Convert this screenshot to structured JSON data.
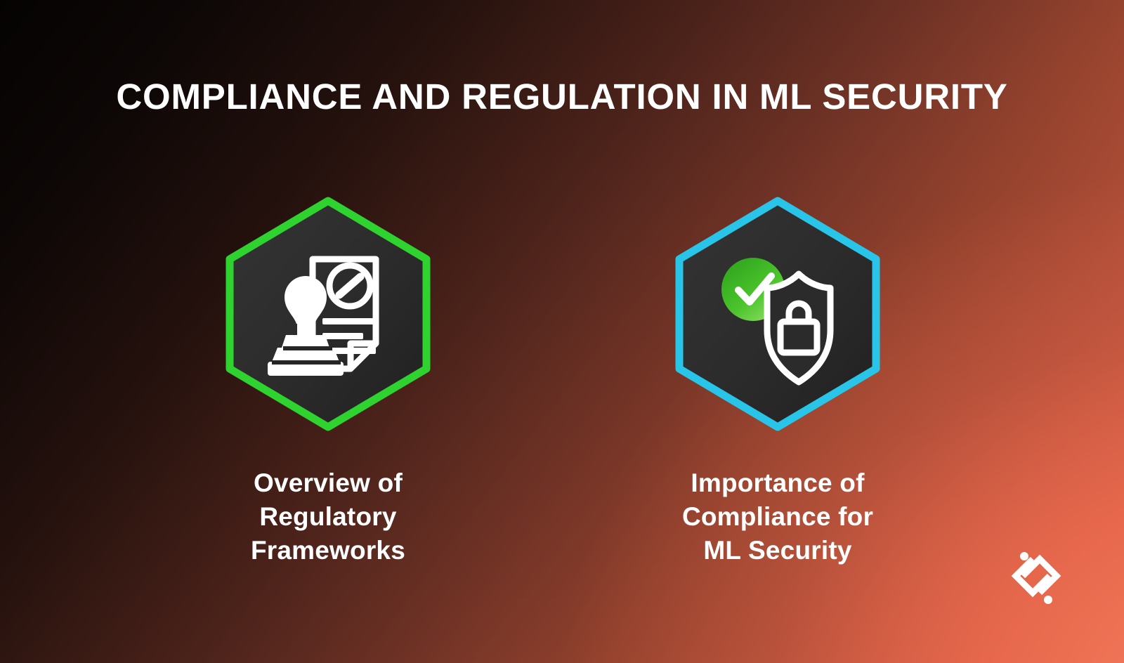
{
  "slide": {
    "title": "COMPLIANCE AND REGULATION IN ML SECURITY",
    "background": {
      "from": "#050302",
      "to": "#ef7153",
      "direction": "diagonal top-left to bottom-right"
    },
    "text_color": "#ffffff"
  },
  "cards": [
    {
      "id": "overview-regulatory-frameworks",
      "icon": "stamp-document-icon",
      "hex_border_color": "#2fd32f",
      "hex_fill_color": "#2b2b2b",
      "caption_lines": [
        "Overview of",
        "Regulatory",
        "Frameworks"
      ],
      "caption_full": "Overview of Regulatory Frameworks"
    },
    {
      "id": "importance-of-compliance",
      "icon": "shield-lock-check-icon",
      "hex_border_color": "#29c5e8",
      "hex_fill_color": "#2b2b2b",
      "accent_check_color": "#4ac32e",
      "caption_lines": [
        "Importance of",
        "Compliance for",
        "ML Security"
      ],
      "caption_full": "Importance of Compliance for ML Security"
    }
  ],
  "logo": {
    "name": "brand-logo",
    "color": "#ffffff"
  }
}
